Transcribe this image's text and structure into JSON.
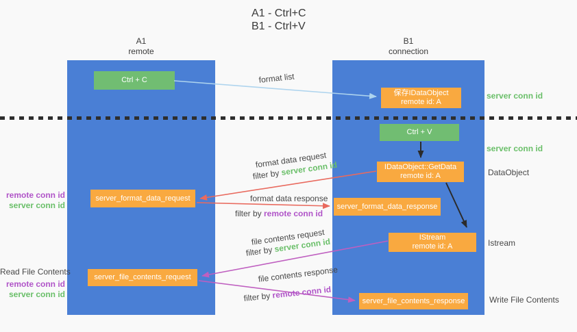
{
  "title": {
    "line1": "A1 - Ctrl+C",
    "line2": "B1 - Ctrl+V"
  },
  "columns": {
    "left": {
      "name": "A1",
      "role": "remote"
    },
    "right": {
      "name": "B1",
      "role": "connection"
    }
  },
  "boxes": {
    "ctrl_c": {
      "label": "Ctrl + C"
    },
    "save_idataobject": {
      "line1": "保存IDataObject",
      "line2": "remote id: A"
    },
    "ctrl_v": {
      "label": "Ctrl + V"
    },
    "getdata": {
      "line1": "IDataObject::GetData",
      "line2": "remote id: A"
    },
    "format_request": {
      "label": "server_format_data_request"
    },
    "format_response": {
      "label": "server_format_data_response"
    },
    "istream": {
      "line1": "IStream",
      "line2": "remote id: A"
    },
    "file_request": {
      "label": "server_file_contents_request"
    },
    "file_response": {
      "label": "server_file_contents_response"
    }
  },
  "flow": {
    "format_list": "format list",
    "format_data_request": "format data request",
    "format_data_response": "format data response",
    "file_contents_request": "file contents request",
    "file_contents_response": "file contents response",
    "filter_by": "filter by ",
    "server_conn_id": "server conn id",
    "remote_conn_id": "remote conn id"
  },
  "side": {
    "right_server_conn_top": "server conn id",
    "right_server_conn_mid": "server conn id",
    "dataobject": "DataObject",
    "istream": "Istream",
    "write_file_contents": "Write File Contents",
    "read_file_contents": "Read File Contents",
    "left_remote_conn": "remote conn id",
    "left_server_conn": "server conn id"
  },
  "colors": {
    "column_blue": "#4a7fd5",
    "box_green": "#71bd72",
    "box_orange": "#f9a940",
    "text_green": "#6abf69",
    "text_purple": "#b054c8",
    "arrow_red": "#e96a5e",
    "arrow_magenta": "#bf5fc0",
    "arrow_light_blue": "#aed4ee",
    "arrow_black": "#2b2b2b",
    "separator_dark": "#2e2e2e",
    "background": "#f9f9f9"
  }
}
